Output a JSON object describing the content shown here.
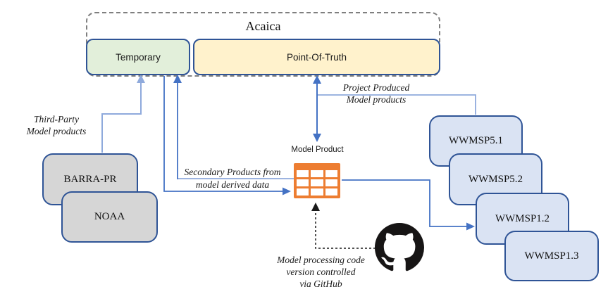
{
  "title": "Acaica",
  "zones": {
    "temporary": "Temporary",
    "point_of_truth": "Point-Of-Truth"
  },
  "source_boxes": [
    "BARRA-PR",
    "NOAA"
  ],
  "product_boxes": [
    "WWMSP5.1",
    "WWMSP5.2",
    "WWMSP1.2",
    "WWMSP1.3"
  ],
  "model_product": {
    "label": "Model Product"
  },
  "annotations": {
    "third_party": [
      "Third-Party",
      "Model products"
    ],
    "secondary": [
      "Secondary Products from",
      "model derived data"
    ],
    "project": [
      "Project Produced",
      "Model products"
    ],
    "github": [
      "Model processing code",
      "version controlled",
      "via GitHub"
    ]
  },
  "icons": {
    "model_product_icon": "table-grid-icon",
    "github_icon": "github-octocat-icon"
  },
  "colors": {
    "zone_temporary_fill": "#e2efda",
    "zone_point_of_truth_fill": "#fff2cc",
    "source_box_fill": "#d6d6d6",
    "product_box_fill": "#dae3f3",
    "box_border": "#2f5496",
    "arrow_blue": "#4472c4",
    "arrow_light_blue": "#8faadc",
    "table_icon_orange": "#ed7d31",
    "dashed_container_border": "#7f7f7f",
    "github_black": "#171515"
  }
}
